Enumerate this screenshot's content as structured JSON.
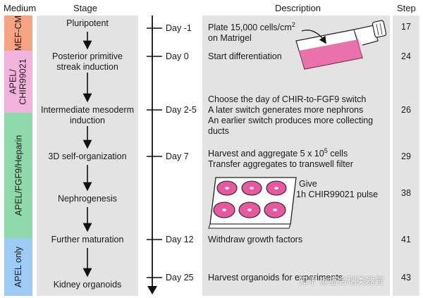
{
  "headers": {
    "medium": "Medium",
    "stage": "Stage",
    "description": "Description",
    "step": "Step"
  },
  "media": [
    {
      "label": "MEF-CM",
      "color": "#f6a482"
    },
    {
      "label": "APEL/\nCHIR99021",
      "color": "#f3b3dd"
    },
    {
      "label": "APEL/FGF9/Heparin",
      "color": "#8ed9a9"
    },
    {
      "label": "APEL only",
      "color": "#9ecbf4"
    }
  ],
  "stages": [
    "Pluripotent",
    "Posterior primitive\nstreak induction",
    "Intermediate mesoderm\ninduction",
    "3D self-organization",
    "Nephrogenesis",
    "Further maturation",
    "Kidney organoids"
  ],
  "days": [
    "Day -1",
    "Day 0",
    "Day 2-5",
    "Day 7",
    "Day 12",
    "Day 25"
  ],
  "descriptions": {
    "plate": {
      "pre": "Plate 15,000 cells/cm",
      "sup": "2",
      "line2": "on Matrigel"
    },
    "start": "Start differentiation",
    "switch": [
      "Choose the day of CHIR-to-FGF9 switch",
      "A later switch generates more nephrons",
      "An earlier switch produces more collecting",
      "ducts"
    ],
    "harvest": {
      "pre": "Harvest and aggregate 5 x 10",
      "sup": "5",
      "post": " cells",
      "line2": "Transfer aggregates to transwell filter"
    },
    "give": [
      "Give",
      "1h CHIR99021 pulse"
    ],
    "withdraw": "Withdraw growth factors",
    "final": "Harvest organoids for experiments"
  },
  "steps": [
    "17",
    "24",
    "26",
    "29",
    "38",
    "41",
    "43"
  ],
  "watermark": "知乎 @盛合瑞类器官",
  "colors": {
    "panel": "#e3e3e3",
    "pink_media": "#e8589e"
  }
}
